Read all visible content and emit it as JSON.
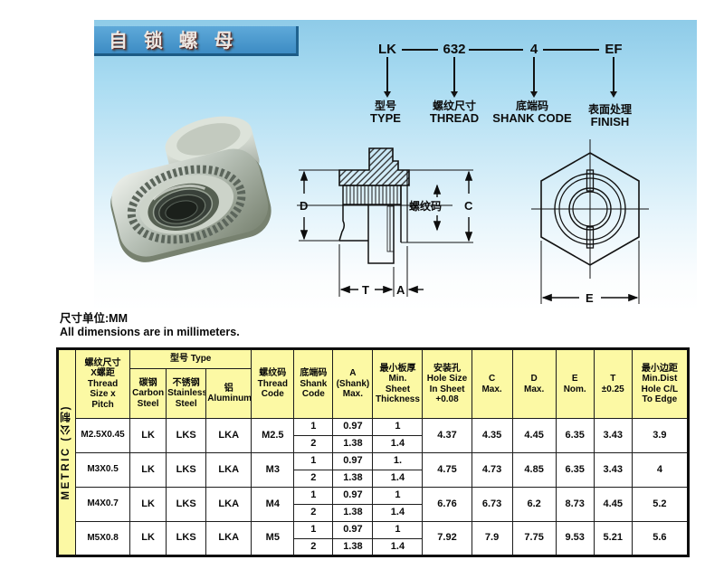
{
  "banner": {
    "title": "自 锁 螺 母"
  },
  "part_number": {
    "codes": [
      "LK",
      "632",
      "4",
      "EF"
    ],
    "labels": [
      {
        "zh": "型号",
        "en": "TYPE"
      },
      {
        "zh": "螺纹尺寸",
        "en": "THREAD"
      },
      {
        "zh": "底端码",
        "en": "SHANK CODE"
      },
      {
        "zh": "表面处理",
        "en": "FINISH"
      }
    ]
  },
  "drawing_labels": {
    "d": "D",
    "c": "C",
    "thread_code": "螺纹码",
    "t": "T",
    "a": "A",
    "e": "E"
  },
  "note": {
    "zh": "尺寸单位:MM",
    "en": "All dimensions are in millimeters."
  },
  "table": {
    "metric_label": "METRIC (公制)",
    "headers": {
      "size": "螺纹尺寸\nX螺距\nThread\nSize x\nPitch",
      "type_group": "型号 Type",
      "carbon": "碳钢\nCarbon\nSteel",
      "stainless": "不锈钢\nStainless\nSteel",
      "aluminum": "铝\nAluminum",
      "thread_code": "螺纹码\nThread\nCode",
      "shank_code": "底端码\nShank\nCode",
      "a_max": "A\n(Shank)\nMax.",
      "min_sheet": "最小板厚\nMin.\nSheet\nThickness",
      "hole": "安装孔\nHole Size\nIn Sheet\n+0.08",
      "c_max": "C\nMax.",
      "d_max": "D\nMax.",
      "e_nom": "E\nNom.",
      "t": "T\n±0.25",
      "min_dist": "最小边距\nMin.Dist\nHole C/L\nTo Edge"
    },
    "rows": [
      {
        "size": "M2.5X0.45",
        "carbon": "LK",
        "stainless": "LKS",
        "aluminum": "LKA",
        "code": "M2.5",
        "sub": [
          {
            "shank": "1",
            "a": "0.97",
            "sheet": "1"
          },
          {
            "shank": "2",
            "a": "1.38",
            "sheet": "1.4"
          }
        ],
        "hole": "4.37",
        "c": "4.35",
        "d": "4.45",
        "e": "6.35",
        "t": "3.43",
        "edge": "3.9"
      },
      {
        "size": "M3X0.5",
        "carbon": "LK",
        "stainless": "LKS",
        "aluminum": "LKA",
        "code": "M3",
        "sub": [
          {
            "shank": "1",
            "a": "0.97",
            "sheet": "1."
          },
          {
            "shank": "2",
            "a": "1.38",
            "sheet": "1.4"
          }
        ],
        "hole": "4.75",
        "c": "4.73",
        "d": "4.85",
        "e": "6.35",
        "t": "3.43",
        "edge": "4"
      },
      {
        "size": "M4X0.7",
        "carbon": "LK",
        "stainless": "LKS",
        "aluminum": "LKA",
        "code": "M4",
        "sub": [
          {
            "shank": "1",
            "a": "0.97",
            "sheet": "1"
          },
          {
            "shank": "2",
            "a": "1.38",
            "sheet": "1.4"
          }
        ],
        "hole": "6.76",
        "c": "6.73",
        "d": "6.2",
        "e": "8.73",
        "t": "4.45",
        "edge": "5.2"
      },
      {
        "size": "M5X0.8",
        "carbon": "LK",
        "stainless": "LKS",
        "aluminum": "LKA",
        "code": "M5",
        "sub": [
          {
            "shank": "1",
            "a": "0.97",
            "sheet": "1"
          },
          {
            "shank": "2",
            "a": "1.38",
            "sheet": "1.4"
          }
        ],
        "hole": "7.92",
        "c": "7.9",
        "d": "7.75",
        "e": "9.53",
        "t": "5.21",
        "edge": "5.6"
      }
    ]
  },
  "colors": {
    "panel_blue": "#8ecbe8",
    "banner_blue": "#3d8cc4",
    "header_yellow": "#fcf9a4",
    "line": "#1c1c1c"
  }
}
